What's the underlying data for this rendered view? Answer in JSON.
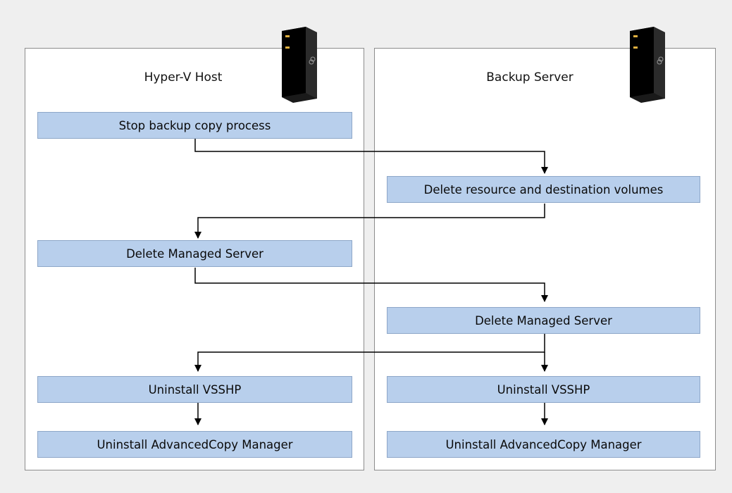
{
  "lanes": {
    "left": {
      "title": "Hyper-V Host"
    },
    "right": {
      "title": "Backup Server"
    }
  },
  "steps": {
    "stop_backup": "Stop backup copy process",
    "delete_volumes": "Delete resource and destination volumes",
    "delete_managed_left": "Delete Managed Server",
    "delete_managed_right": "Delete Managed Server",
    "uninstall_vsshp_left": "Uninstall VSSHP",
    "uninstall_vsshp_right": "Uninstall VSSHP",
    "uninstall_acm_left": "Uninstall AdvancedCopy Manager",
    "uninstall_acm_right": "Uninstall AdvancedCopy Manager"
  },
  "icons": {
    "left_server": "server-tower-icon",
    "right_server": "server-tower-icon"
  },
  "colors": {
    "step_fill": "#b8cfec",
    "step_border": "#8ea7c8",
    "panel_border": "#8c8c8c",
    "background": "#efefef"
  }
}
